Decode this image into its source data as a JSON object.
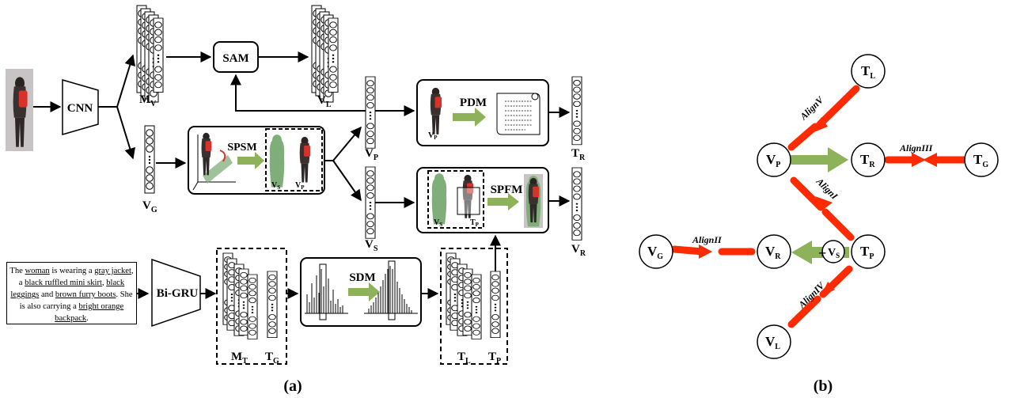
{
  "panel_a": {
    "caption": "(a)",
    "blocks": {
      "cnn": "CNN",
      "sam": "SAM",
      "spsm": "SPSM",
      "pdm": "PDM",
      "spfm": "SPFM",
      "sdm": "SDM",
      "bigru": "Bi-GRU"
    },
    "vectors": {
      "mv": "M",
      "mv_sub": "V",
      "vl": "V",
      "vl_sub": "L",
      "vg": "V",
      "vg_sub": "G",
      "vp": "V",
      "vp_sub": "P",
      "vs": "V",
      "vs_sub": "S",
      "tr": "T",
      "tr_sub": "R",
      "vr": "V",
      "vr_sub": "R",
      "mt": "M",
      "mt_sub": "T",
      "tg": "T",
      "tg_sub": "G",
      "tl": "T",
      "tl_sub": "L",
      "tp": "T",
      "tp_sub": "P"
    },
    "inner_labels": {
      "spsm_vs": "V",
      "spsm_vs_sub": "S",
      "spsm_vp": "V",
      "spsm_vp_sub": "P",
      "pdm_vp": "V",
      "pdm_vp_sub": "P",
      "spfm_vs": "V",
      "spfm_vs_sub": "S",
      "spfm_tp": "T",
      "spfm_tp_sub": "P"
    },
    "description": {
      "segments": [
        {
          "t": "The ",
          "u": false
        },
        {
          "t": "woman",
          "u": true
        },
        {
          "t": " is wearing a ",
          "u": false
        },
        {
          "t": "gray jacket",
          "u": true
        },
        {
          "t": ", a ",
          "u": false
        },
        {
          "t": "black ruffled mini skirt",
          "u": true
        },
        {
          "t": ", ",
          "u": false
        },
        {
          "t": "black leggings",
          "u": true
        },
        {
          "t": " and ",
          "u": false
        },
        {
          "t": "brown furry boots",
          "u": true
        },
        {
          "t": ". She is also carrying a ",
          "u": false
        },
        {
          "t": "bright orange backpack",
          "u": true
        },
        {
          "t": ".",
          "u": false
        }
      ]
    }
  },
  "panel_b": {
    "caption": "(b)",
    "nodes": {
      "tl": "T",
      "tl_sub": "L",
      "vp": "V",
      "vp_sub": "P",
      "tr": "T",
      "tr_sub": "R",
      "tg": "T",
      "tg_sub": "G",
      "vg": "V",
      "vg_sub": "G",
      "vr": "V",
      "vr_sub": "R",
      "vs": "V",
      "vs_sub": "S",
      "tp": "T",
      "tp_sub": "P",
      "vl": "V",
      "vl_sub": "L"
    },
    "align_labels": {
      "align1": "AlignI",
      "align2": "AlignII",
      "align3": "AlignIII",
      "align4": "AlignIV",
      "align5": "AlignV"
    },
    "plus": "+"
  },
  "colors": {
    "green_arrow": "#8db25a",
    "red_arrow": "#ff2a00",
    "person_red": "#d8322a",
    "mask_green": "#7fae7a"
  }
}
